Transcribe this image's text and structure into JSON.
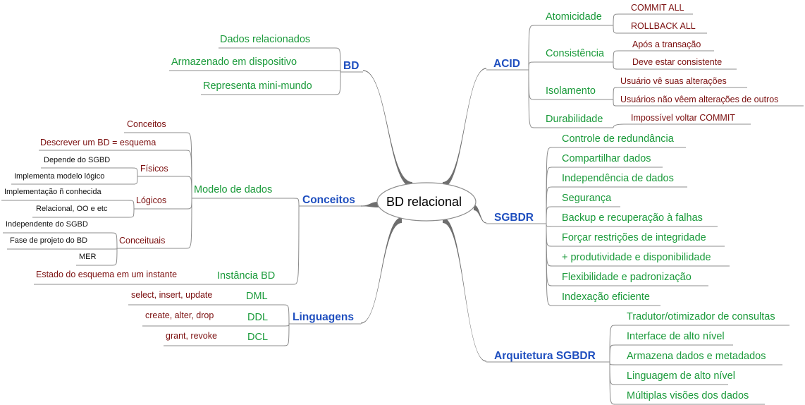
{
  "colors": {
    "main": "#1f4fbf",
    "sub": "#1a9a3a",
    "leaf": "#7b0f0f",
    "dark": "#111111",
    "line": "#8c8c8c"
  },
  "center": "BD relacional",
  "topics": {
    "bd": "BD",
    "acid": "ACID",
    "conceitos": "Conceitos",
    "sgbdr": "SGBDR",
    "linguagens": "Linguagens",
    "arquitetura": "Arquitetura SGBDR"
  },
  "nodes": {
    "dados_relacionados": "Dados relacionados",
    "armazenado": "Armazenado em dispositivo",
    "representa": "Representa mini-mundo",
    "modelo_dados": "Modelo de dados",
    "instancia": "Instância BD",
    "n_conceitos": "Conceitos",
    "descrever": "Descrever um BD = esquema",
    "fisicos": "Físicos",
    "depende_sgbd": "Depende do SGBD",
    "implementa_logico": "Implementa modelo lógico",
    "logicos": "Lógicos",
    "impl_nao_conhecida": "Implementação ñ conhecida",
    "relacional_oo": "Relacional, OO e etc",
    "conceituais": "Conceituais",
    "independente_sgbd": "Independente do SGBD",
    "fase_projeto": "Fase de projeto do BD",
    "mer": "MER",
    "estado_esquema": "Estado do esquema em um instante",
    "dml": "DML",
    "dml_leaf": "select, insert, update",
    "ddl": "DDL",
    "ddl_leaf": "create, alter, drop",
    "dcl": "DCL",
    "dcl_leaf": "grant, revoke",
    "atomicidade": "Atomicidade",
    "commit_all": "COMMIT ALL",
    "rollback_all": "ROLLBACK ALL",
    "consistencia": "Consistência",
    "apos_transacao": "Após a transação",
    "deve_consistente": "Deve estar consistente",
    "isolamento": "Isolamento",
    "usuario_ve": "Usuário vê suas alterações",
    "usuarios_nao": "Usuários não vêem alterações de outros",
    "durabilidade": "Durabilidade",
    "impossivel": "Impossível voltar COMMIT",
    "sg1": "Controle de redundância",
    "sg2": "Compartilhar dados",
    "sg3": "Independência de dados",
    "sg4": "Segurança",
    "sg5": "Backup e recuperação à falhas",
    "sg6": "Forçar restrições de integridade",
    "sg7": "+ produtividade e disponibilidade",
    "sg8": "Flexibilidade e padronização",
    "sg9": "Indexação eficiente",
    "ar1": "Tradutor/otimizador de consultas",
    "ar2": "Interface de alto nível",
    "ar3": "Armazena dados e metadados",
    "ar4": "Linguagem de alto nível",
    "ar5": "Múltiplas visões dos dados"
  }
}
